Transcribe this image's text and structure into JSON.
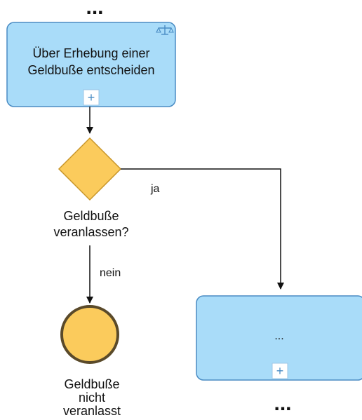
{
  "diagram": {
    "top_ellipsis": "...",
    "bottom_ellipsis": "...",
    "task_decide": {
      "line1": "Über Erhebung einer",
      "line2": "Geldbuße entscheiden",
      "icon": "scales-icon",
      "marker": "+"
    },
    "gateway": {
      "line1": "Geldbuße",
      "line2": "veranlassen?"
    },
    "flow_yes": "ja",
    "flow_no": "nein",
    "end_event": {
      "line1": "Geldbuße",
      "line2": "nicht",
      "line3": "veranlasst"
    },
    "task_next": {
      "label": "...",
      "marker": "+"
    },
    "colors": {
      "task_fill": "#a9dcf9",
      "task_stroke": "#4a8cc4",
      "gateway_fill": "#fbcb5c",
      "gateway_stroke": "#c8962a",
      "end_fill": "#fbcb5c",
      "end_stroke": "#5a4a2a",
      "line": "#111111"
    }
  }
}
